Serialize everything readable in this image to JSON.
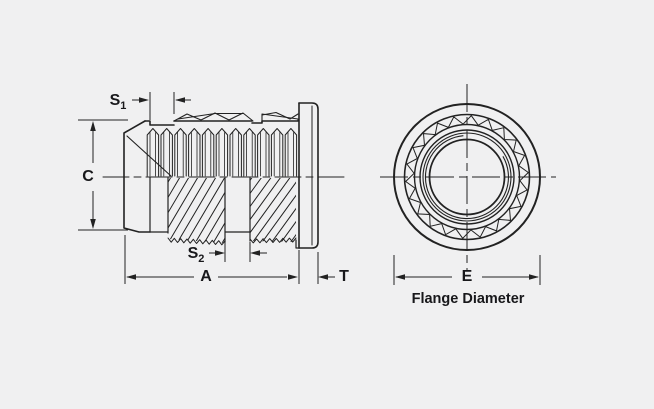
{
  "colors": {
    "background": "#f0f0f1",
    "line": "#222222",
    "text": "#18181b"
  },
  "side_view": {
    "dim_s1": {
      "main": "S",
      "sub": "1"
    },
    "dim_s2": {
      "main": "S",
      "sub": "2"
    },
    "dim_c": "C",
    "dim_a": "A",
    "dim_t": "T"
  },
  "end_view": {
    "dim_e": "E",
    "caption": "Flange Diameter"
  }
}
